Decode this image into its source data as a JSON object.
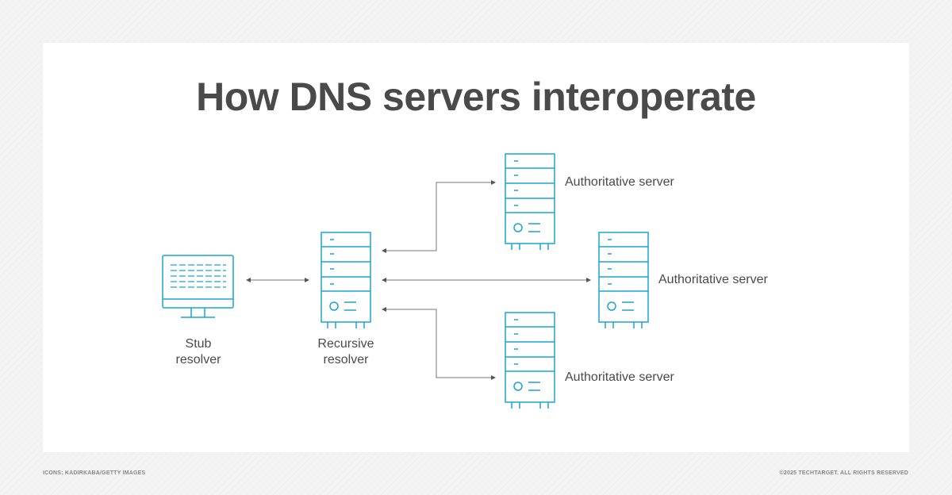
{
  "title": "How DNS servers interoperate",
  "nodes": {
    "stub_resolver": {
      "label_line1": "Stub",
      "label_line2": "resolver"
    },
    "recursive_resolver": {
      "label_line1": "Recursive",
      "label_line2": "resolver"
    },
    "authoritative_top": {
      "label": "Authoritative server"
    },
    "authoritative_middle": {
      "label": "Authoritative server"
    },
    "authoritative_bottom": {
      "label": "Authoritative server"
    }
  },
  "edges": [
    {
      "from": "stub_resolver",
      "to": "recursive_resolver",
      "direction": "both"
    },
    {
      "from": "recursive_resolver",
      "to": "authoritative_top",
      "direction": "both"
    },
    {
      "from": "recursive_resolver",
      "to": "authoritative_middle",
      "direction": "both"
    },
    {
      "from": "recursive_resolver",
      "to": "authoritative_bottom",
      "direction": "both"
    }
  ],
  "footer": {
    "credit": "ICONS: KADIRKABA/GETTY IMAGES",
    "copyright": "©2025 TECHTARGET. ALL RIGHTS RESERVED"
  },
  "colors": {
    "icon_stroke": "#1aa3d9",
    "text": "#4a4a4a",
    "connector": "#777777",
    "card": "#ffffff"
  }
}
